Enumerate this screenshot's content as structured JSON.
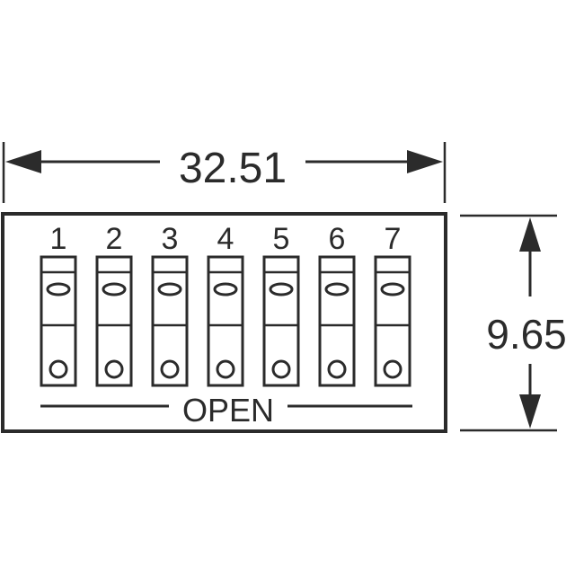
{
  "dimensions": {
    "width_label": "32.51",
    "height_label": "9.65"
  },
  "switch_numbers": [
    "1",
    "2",
    "3",
    "4",
    "5",
    "6",
    "7"
  ],
  "open_label": "OPEN",
  "colors": {
    "line": "#2b2b2b",
    "background": "#ffffff"
  }
}
